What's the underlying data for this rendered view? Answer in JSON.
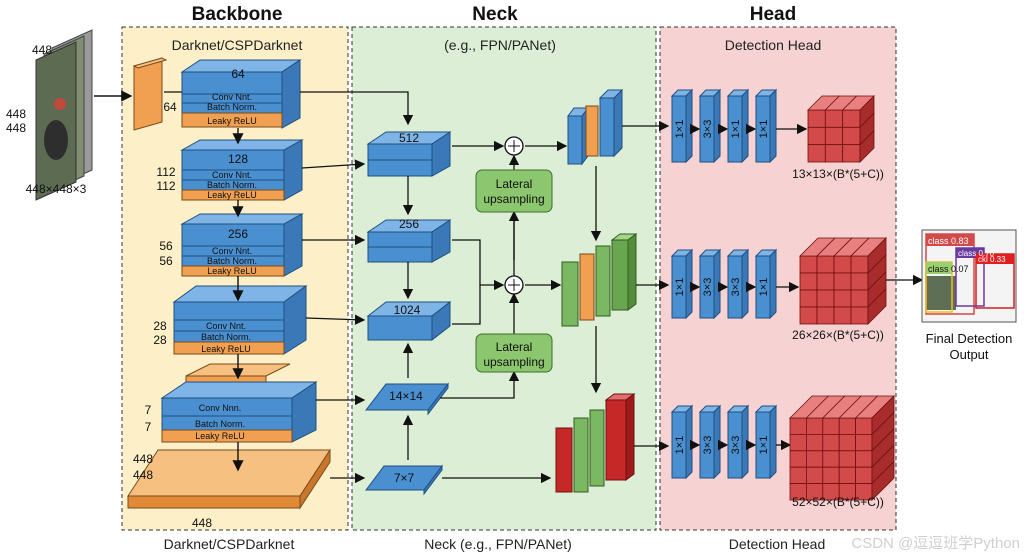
{
  "backbone": {
    "title": "Backbone",
    "subtitle": "Darknet/CSPDarknet",
    "footer": "Darknet/CSPDarknet",
    "blocks": [
      {
        "top": "64",
        "labels": [
          "Conv Nnt.",
          "Batch Norm.",
          "Leaky ReLU"
        ],
        "dim_a": "64",
        "dim_b": ""
      },
      {
        "top": "128",
        "labels": [
          "Conv Nnt.",
          "Batch Norm.",
          "Leaky ReLU"
        ],
        "dim_a": "112",
        "dim_b": "112"
      },
      {
        "top": "256",
        "labels": [
          "Conv Nnt.",
          "Batch Norm.",
          "Leaky ReLU"
        ],
        "dim_a": "56",
        "dim_b": "56"
      },
      {
        "top": "",
        "labels": [
          "Conv Nnt.",
          "Batch Norm.",
          "Leaky ReLU"
        ],
        "dim_a": "28",
        "dim_b": "28"
      },
      {
        "top": "",
        "labels": [
          "Conv Nnn.",
          "Batch Norm.",
          "Leaky ReLU"
        ],
        "dim_a": "7",
        "dim_b": "7"
      }
    ],
    "base_dim_a": "448",
    "base_dim_b": "448",
    "base_bottom": "448"
  },
  "input": {
    "top": "448",
    "left_a": "448",
    "left_b": "448",
    "caption": "448×448×3"
  },
  "neck": {
    "title": "Neck",
    "subtitle": "(e.g., FPN/PANet)",
    "footer": "Neck (e.g., FPN/PANet)",
    "nodes": [
      "512",
      "256",
      "1024",
      "14×14",
      "7×7"
    ],
    "lateral_1": [
      "Lateral",
      "upsampling"
    ],
    "lateral_2": [
      "Lateral",
      "upsampling"
    ]
  },
  "head": {
    "title": "Head",
    "subtitle": "Detection Head",
    "footer": "Detection Head",
    "rows": [
      {
        "convs": [
          "1×1",
          "3×3",
          "1×1",
          "1×1"
        ],
        "out": "13×13×(B*(5+C))"
      },
      {
        "convs": [
          "1×1",
          "3×3",
          "3×3",
          "1×1"
        ],
        "out": "26×26×(B*(5+C))"
      },
      {
        "convs": [
          "1×1",
          "3×3",
          "3×3",
          "1×1"
        ],
        "out": "52×52×(B*(5+C))"
      }
    ]
  },
  "output": {
    "boxes": [
      "class 0.83",
      "class 0.70",
      "class 0.07",
      "ckl 0.33"
    ],
    "caption_1": "Final Detection",
    "caption_2": "Output"
  },
  "watermark": "CSDN @逗逗班学Python",
  "colors": {
    "backbone_bg": "#fdf0c8",
    "neck_bg": "#dcefd6",
    "head_bg": "#f6d2d2",
    "blue": "#4a8fd0",
    "orange": "#f0a050",
    "green_box": "#8cc66e",
    "red_cube": "#d24a4a"
  }
}
